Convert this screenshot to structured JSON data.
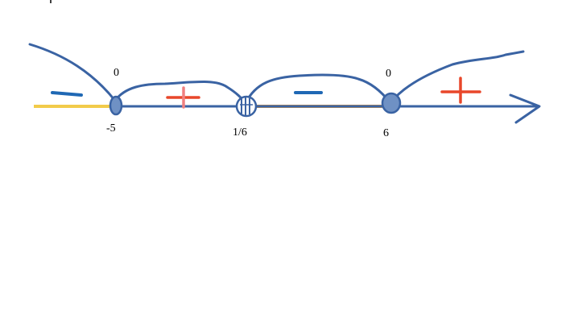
{
  "points": [
    {
      "label": "-5",
      "value_above": "0"
    },
    {
      "label": "1/6"
    },
    {
      "label": "6",
      "value_above": "0"
    }
  ],
  "intervals": [
    {
      "sign": "−"
    },
    {
      "sign": "+"
    },
    {
      "sign": "−"
    },
    {
      "sign": "+"
    }
  ],
  "colors": {
    "axis": "#3a63a3",
    "point_fill": "#6f91c4",
    "curve": "#3a63a3",
    "minus": "#1f68b4",
    "plus": "#e8472a",
    "plus_light": "#f08080",
    "highlight_left": "#f2cb4a",
    "highlight_mid": "#e89a35"
  }
}
